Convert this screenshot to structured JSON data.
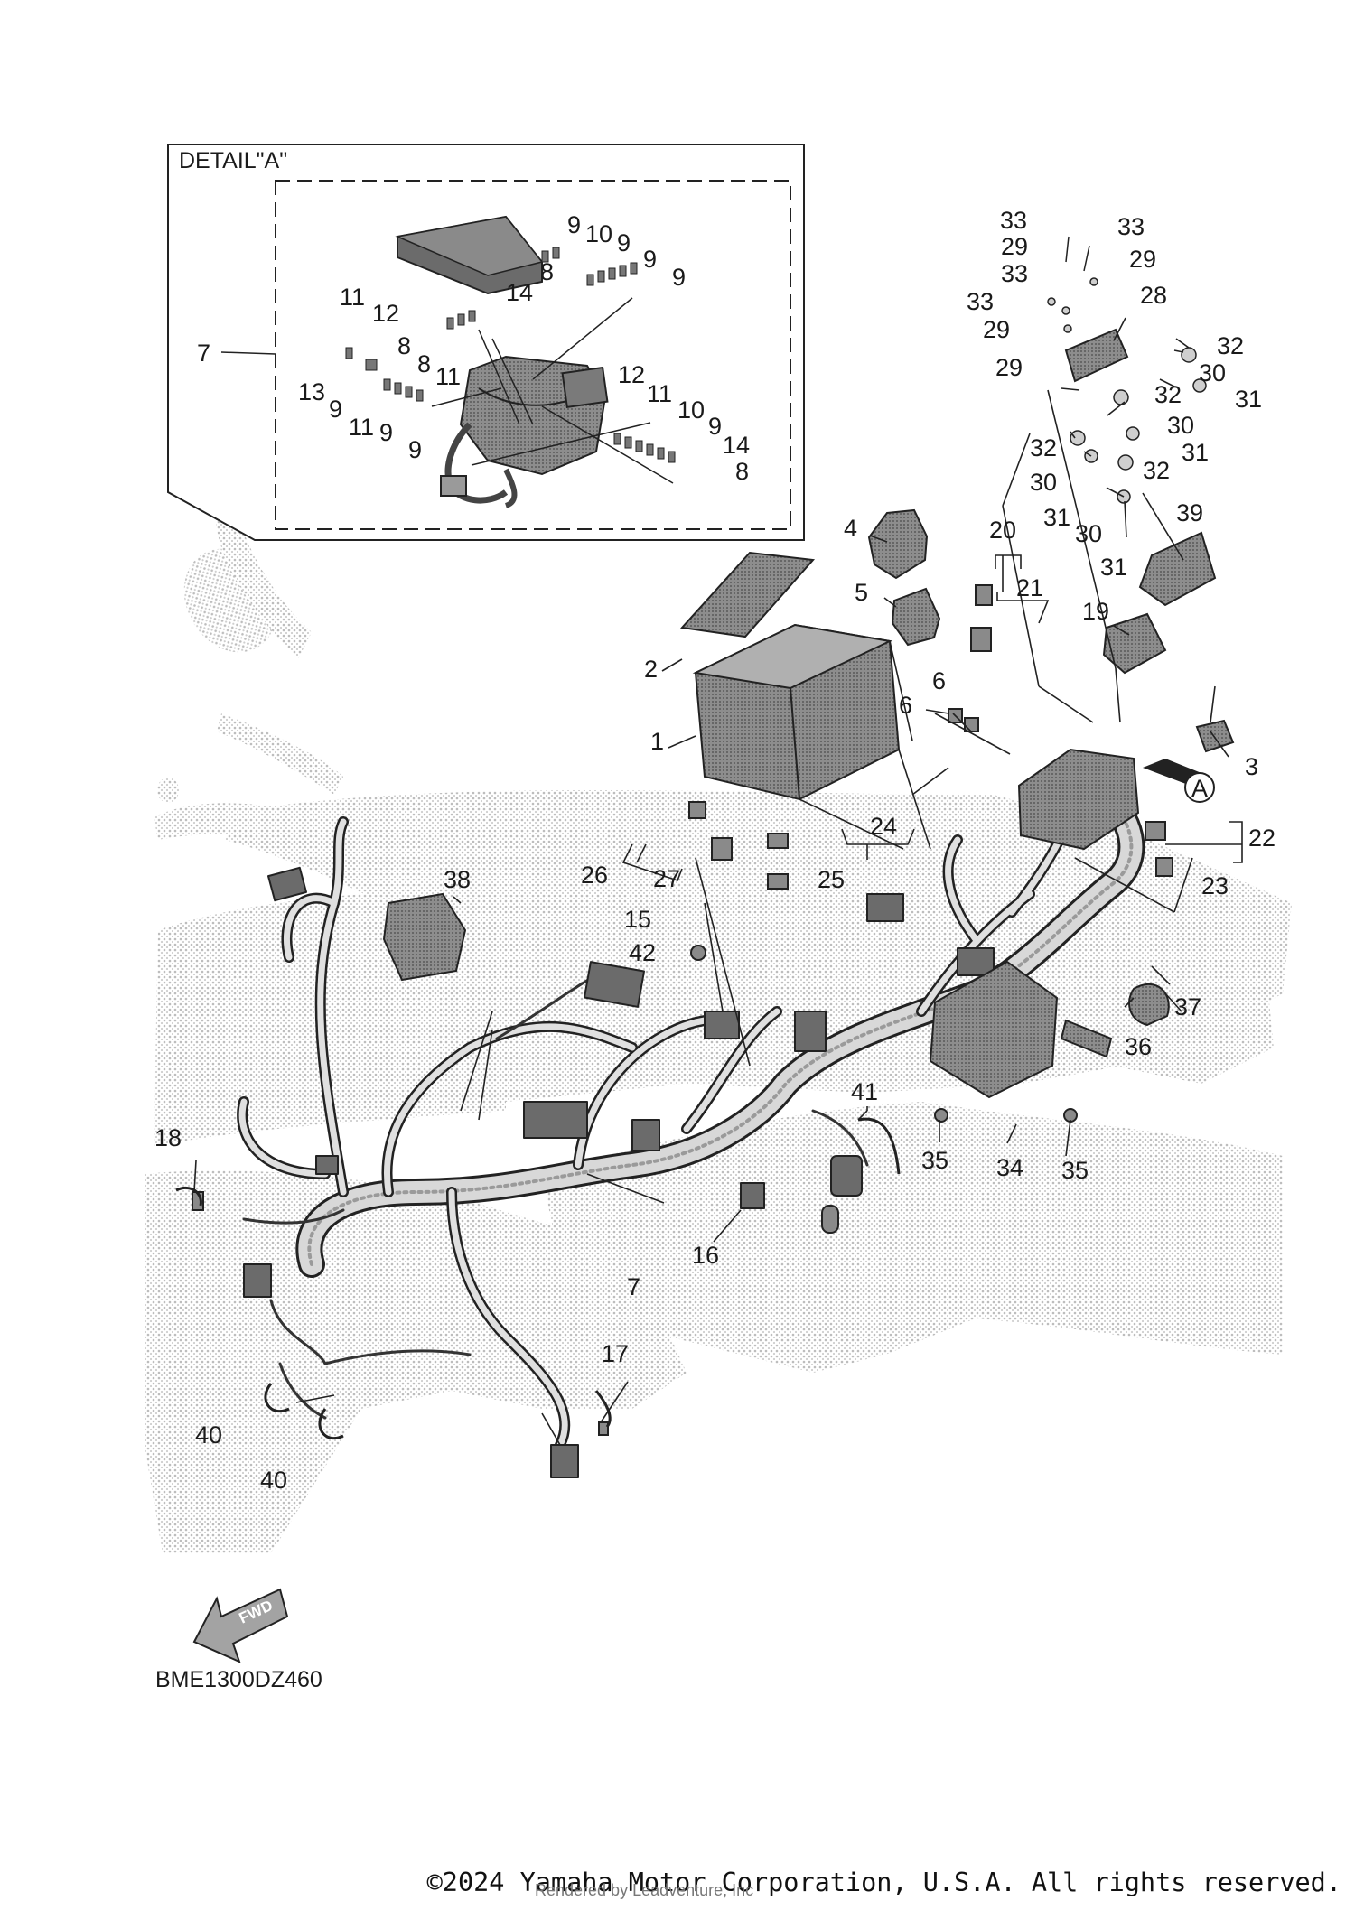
{
  "diagram_code": "BME1300DZ460",
  "copyright": "©2024 Yamaha Motor Corporation, U.S.A. All rights reserved.",
  "render_note": "Rendered by Leadventure, Inc",
  "detail": {
    "title": "DETAIL\"A\""
  },
  "callout_letter": "A",
  "fwd_label": "FWD",
  "labels": {
    "d7": "7",
    "d8a": "8",
    "d8b": "8",
    "d8c": "8",
    "d8d": "8",
    "d9a": "9",
    "d9b": "9",
    "d9c": "9",
    "d9d": "9",
    "d9e": "9",
    "d9f": "9",
    "d9g": "9",
    "d9h": "9",
    "d10a": "10",
    "d10b": "10",
    "d11a": "11",
    "d11b": "11",
    "d11c": "11",
    "d11d": "11",
    "d12a": "12",
    "d12b": "12",
    "d13": "13",
    "d14a": "14",
    "d14b": "14",
    "p1": "1",
    "p2": "2",
    "p3": "3",
    "p4": "4",
    "p5": "5",
    "p6a": "6",
    "p6b": "6",
    "p7": "7",
    "p15": "15",
    "p16": "16",
    "p17": "17",
    "p18": "18",
    "p19": "19",
    "p20": "20",
    "p21": "21",
    "p22": "22",
    "p23": "23",
    "p24": "24",
    "p25": "25",
    "p26": "26",
    "p27": "27",
    "p28": "28",
    "p29a": "29",
    "p29b": "29",
    "p29c": "29",
    "p29d": "29",
    "p30a": "30",
    "p30b": "30",
    "p30c": "30",
    "p30d": "30",
    "p31a": "31",
    "p31b": "31",
    "p31c": "31",
    "p31d": "31",
    "p32a": "32",
    "p32b": "32",
    "p32c": "32",
    "p32d": "32",
    "p33a": "33",
    "p33b": "33",
    "p33c": "33",
    "p33d": "33",
    "p34": "34",
    "p35a": "35",
    "p35b": "35",
    "p36": "36",
    "p37": "37",
    "p38": "38",
    "p39": "39",
    "p40a": "40",
    "p40b": "40",
    "p41": "41",
    "p42": "42"
  }
}
